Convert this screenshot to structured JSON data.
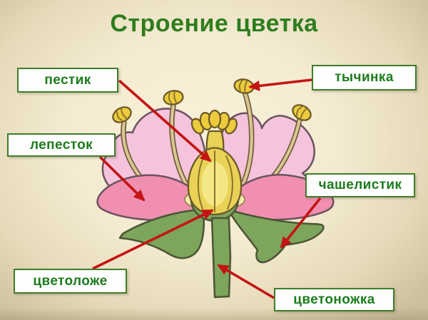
{
  "title": {
    "text": "Строение цветка"
  },
  "labels": {
    "pistil": {
      "text": "пестик"
    },
    "stamen": {
      "text": "тычинка"
    },
    "petal": {
      "text": "лепесток"
    },
    "sepal": {
      "text": "чашелистик"
    },
    "receptacle": {
      "text": "цветоложе"
    },
    "pedicel": {
      "text": "цветоножка"
    }
  },
  "colors": {
    "background_center": "#f9f1d9",
    "background_edge": "#d5c8a6",
    "title_green": "#2e7d1e",
    "label_text_green": "#1c7c1c",
    "label_border_green": "#3f7d2b",
    "arrow_red": "#c41414",
    "petal_light_pink": "#f5c3dc",
    "petal_dark_pink": "#f08fb0",
    "leaf_green": "#7da55c",
    "pistil_yellow": "#e9d256",
    "pistil_inner_yellow": "#f3e786",
    "anther_yellow": "#eccb3c",
    "filament_cream": "#dcc792",
    "fringe_pale_yellow": "#f3e8b0"
  }
}
